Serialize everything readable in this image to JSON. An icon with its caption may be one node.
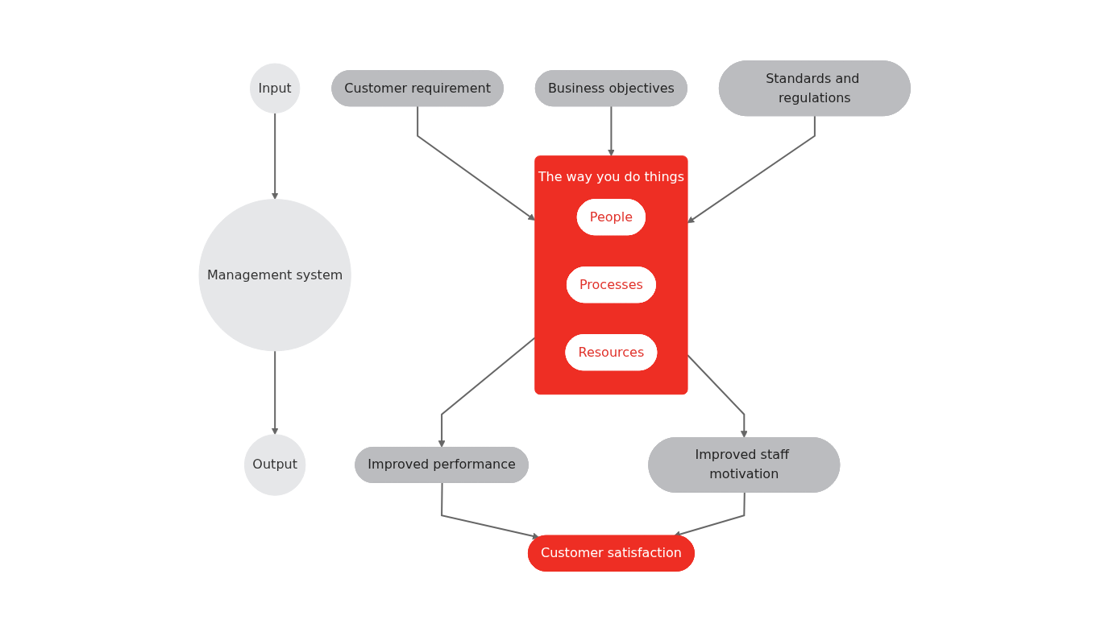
{
  "diagram": {
    "nodes": [
      {
        "text": [
          "Input"
        ]
      },
      {
        "text": [
          "Management system"
        ]
      },
      {
        "text": [
          "Output"
        ]
      },
      {
        "text": [
          "Customer requirement"
        ]
      },
      {
        "text": [
          "Business objectives"
        ]
      },
      {
        "text": [
          "Standards and regulations"
        ]
      },
      {
        "text": [
          "The way you do things"
        ]
      },
      {
        "text": [
          "People"
        ],
        "in": 6
      },
      {
        "text": [
          "Processes"
        ],
        "in": 6
      },
      {
        "text": [
          "Resources"
        ],
        "in": 6
      },
      {
        "text": [
          "Improved performance"
        ]
      },
      {
        "text": [
          "Improved staff motivation"
        ]
      },
      {
        "text": [
          "Customer satisfaction"
        ]
      }
    ],
    "edges": [
      {
        "from": 0,
        "to": 1,
        "arrow": "to"
      },
      {
        "from": 1,
        "to": 2,
        "arrow": "to"
      },
      {
        "from": 3,
        "to": 6,
        "arrow": "to"
      },
      {
        "from": 4,
        "to": 6,
        "arrow": "to"
      },
      {
        "from": 5,
        "to": 6,
        "arrow": "to"
      },
      {
        "from": 6,
        "to": 10,
        "arrow": "to"
      },
      {
        "from": 6,
        "to": 11,
        "arrow": "to"
      },
      {
        "from": 10,
        "to": 12,
        "arrow": "to"
      },
      {
        "from": 11,
        "to": 12,
        "arrow": "to"
      }
    ]
  }
}
